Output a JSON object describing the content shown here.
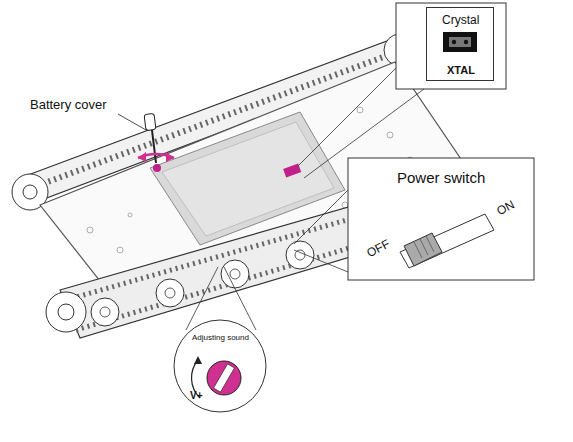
{
  "diagram": {
    "nodes": [
      {
        "text": [
          "Crystal",
          "XTAL"
        ]
      },
      {
        "text": [
          "Power switch",
          "OFF",
          "ON"
        ]
      },
      {
        "text": [
          "Adjusting sound",
          "V+"
        ]
      }
    ],
    "labels": [
      "Battery cover"
    ]
  }
}
